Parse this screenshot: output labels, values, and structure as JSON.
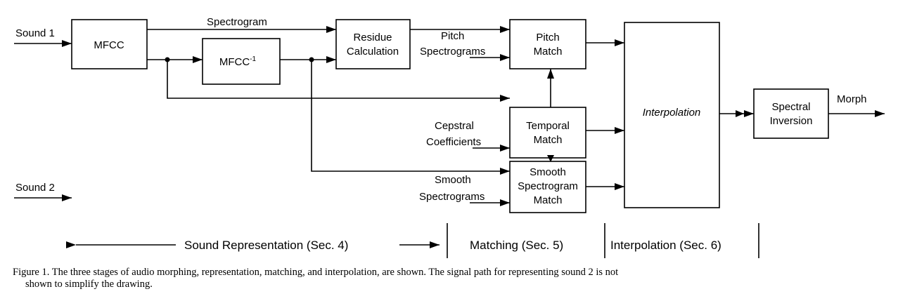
{
  "diagram": {
    "inputs": {
      "sound1": "Sound 1",
      "sound2": "Sound 2"
    },
    "output": "Morph",
    "blocks": {
      "mfcc": "MFCC",
      "mfcc_inv_base": "MFCC",
      "mfcc_inv_sup": "-1",
      "residue": [
        "Residue",
        "Calculation"
      ],
      "pitch_match": [
        "Pitch",
        "Match"
      ],
      "temporal_match": [
        "Temporal",
        "Match"
      ],
      "smooth_match": [
        "Smooth",
        "Spectrogram",
        "Match"
      ],
      "interpolation": "Interpolation",
      "spectral_inversion": [
        "Spectral",
        "Inversion"
      ]
    },
    "edge_labels": {
      "spectrogram": "Spectrogram",
      "pitch_spectrograms": [
        "Pitch",
        "Spectrograms"
      ],
      "cepstral_coefficients": [
        "Cepstral",
        "Coefficients"
      ],
      "smooth_spectrograms": [
        "Smooth",
        "Spectrograms"
      ]
    },
    "sections": {
      "representation": "Sound Representation (Sec. 4)",
      "matching": "Matching (Sec. 5)",
      "interpolation": "Interpolation (Sec. 6)"
    }
  },
  "caption": {
    "line1": "Figure 1. The three stages of audio morphing, representation, matching, and interpolation, are shown. The signal path for representing sound 2 is not",
    "line2": "shown to simplify the drawing."
  }
}
